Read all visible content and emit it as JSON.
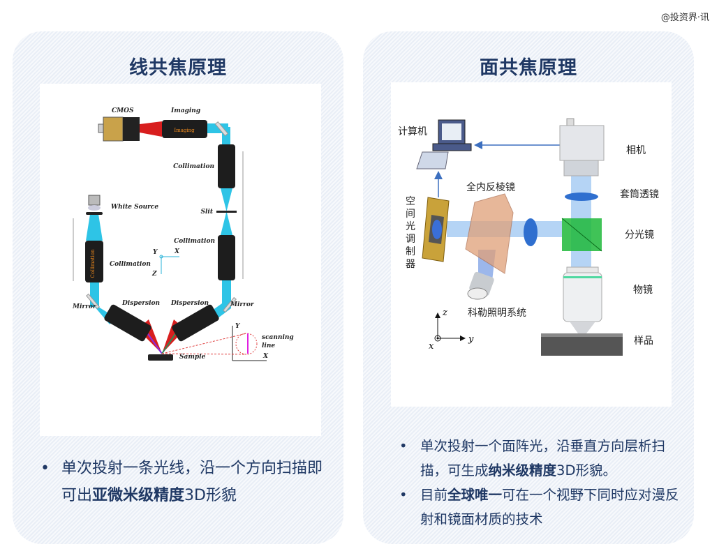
{
  "watermark": "@投资界·讯",
  "left_card": {
    "title": "线共焦原理",
    "diagram": {
      "cmos": "CMOS",
      "imaging": "Imaging",
      "imaging_tube": "Imaging",
      "collimation_top": "Collimation",
      "slit": "Slit",
      "collimation_right": "Collimation",
      "white_source": "White Source",
      "collimation_left": "Collimation",
      "tube_text": "Collimation",
      "mirror_left": "Mirror",
      "mirror_right": "Mirror",
      "dispersion_left": "Dispersion",
      "dispersion_right": "Dispersion",
      "sample": "Sample",
      "axis_x": "X",
      "axis_y": "Y",
      "axis_z": "Z",
      "scan_axis_x": "X",
      "scan_axis_y": "Y",
      "scanning": "scanning",
      "line": "line"
    },
    "bullet": {
      "pre": "单次投射一条光线，沿一个方向扫描即可出",
      "bold": "亚微米级精度",
      "post": "3D形貌"
    }
  },
  "right_card": {
    "title": "面共焦原理",
    "diagram": {
      "computer": "计算机",
      "camera": "相机",
      "tube_lens": "套筒透镜",
      "beam_splitter": "分光镜",
      "objective": "物镜",
      "sample": "样品",
      "prism": "全内反棱镜",
      "kohler": "科勒照明系统",
      "slm": [
        "空",
        "间",
        "光",
        "调",
        "制",
        "器"
      ],
      "axis_x": "x",
      "axis_y": "y",
      "axis_z": "z"
    },
    "bullets": [
      {
        "pre": "单次投射一个面阵光，沿垂直方向层析扫描，可生成",
        "bold": "纳米级精度",
        "post": "3D形貌。"
      },
      {
        "pre": "目前",
        "bold": "全球唯一",
        "post": "可在一个视野下同时应对漫反射和镜面材质的技术"
      }
    ]
  },
  "colors": {
    "title": "#1f3864",
    "beam_cyan": "#2ec4e6",
    "beam_blue": "#5aa0e8",
    "accent_orange": "#f08a1c"
  }
}
